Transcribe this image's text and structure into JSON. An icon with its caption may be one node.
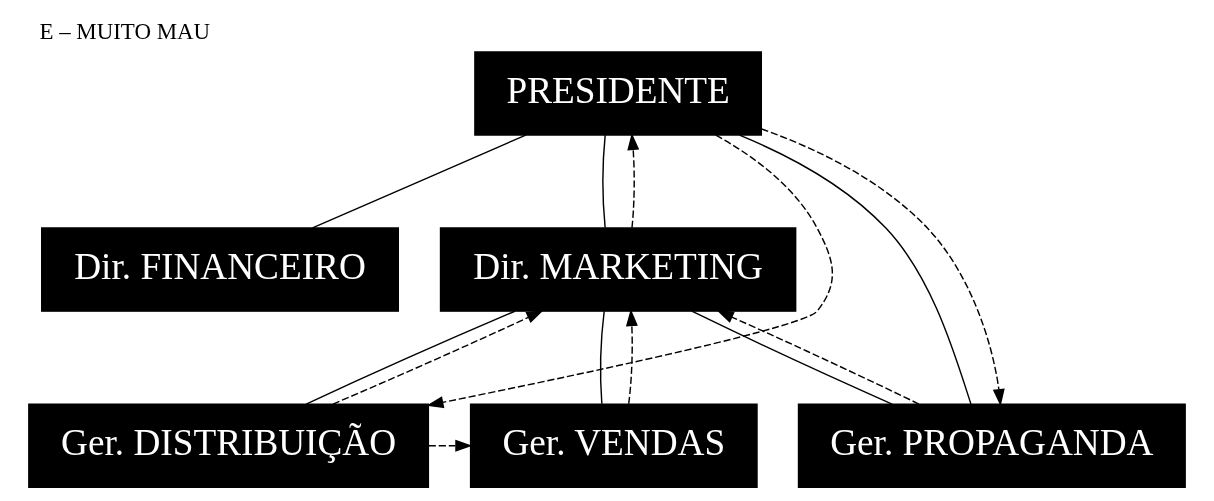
{
  "diagram": {
    "title": "E – MUITO MAU",
    "nodes": [
      {
        "text": [
          "PRESIDENTE"
        ]
      },
      {
        "text": [
          "Dir. FINANCEIRO"
        ]
      },
      {
        "text": [
          "Dir. MARKETING"
        ]
      },
      {
        "text": [
          "Ger. DISTRIBUIÇÃO"
        ]
      },
      {
        "text": [
          "Ger. VENDAS"
        ]
      },
      {
        "text": [
          "Ger. PROPAGANDA"
        ]
      }
    ],
    "edges": [
      {
        "from": 0,
        "to": 1,
        "arrow": "none"
      },
      {
        "from": 0,
        "to": 2,
        "arrow": "none"
      },
      {
        "from": 0,
        "to": 5,
        "arrow": "none"
      },
      {
        "from": 2,
        "to": 3,
        "arrow": "none"
      },
      {
        "from": 2,
        "to": 4,
        "arrow": "none"
      },
      {
        "from": 2,
        "to": 5,
        "arrow": "none"
      },
      {
        "from": 0,
        "to": 3,
        "arrow": "to",
        "style": "dashed"
      },
      {
        "from": 2,
        "to": 0,
        "arrow": "to",
        "style": "dashed"
      },
      {
        "from": 3,
        "to": 2,
        "arrow": "to",
        "style": "dashed"
      },
      {
        "from": 4,
        "to": 2,
        "arrow": "to",
        "style": "dashed"
      },
      {
        "from": 5,
        "to": 2,
        "arrow": "to",
        "style": "dashed"
      },
      {
        "from": 0,
        "to": 5,
        "arrow": "to",
        "style": "dashed"
      },
      {
        "from": 3,
        "to": 4,
        "arrow": "to",
        "style": "dashed"
      }
    ]
  }
}
